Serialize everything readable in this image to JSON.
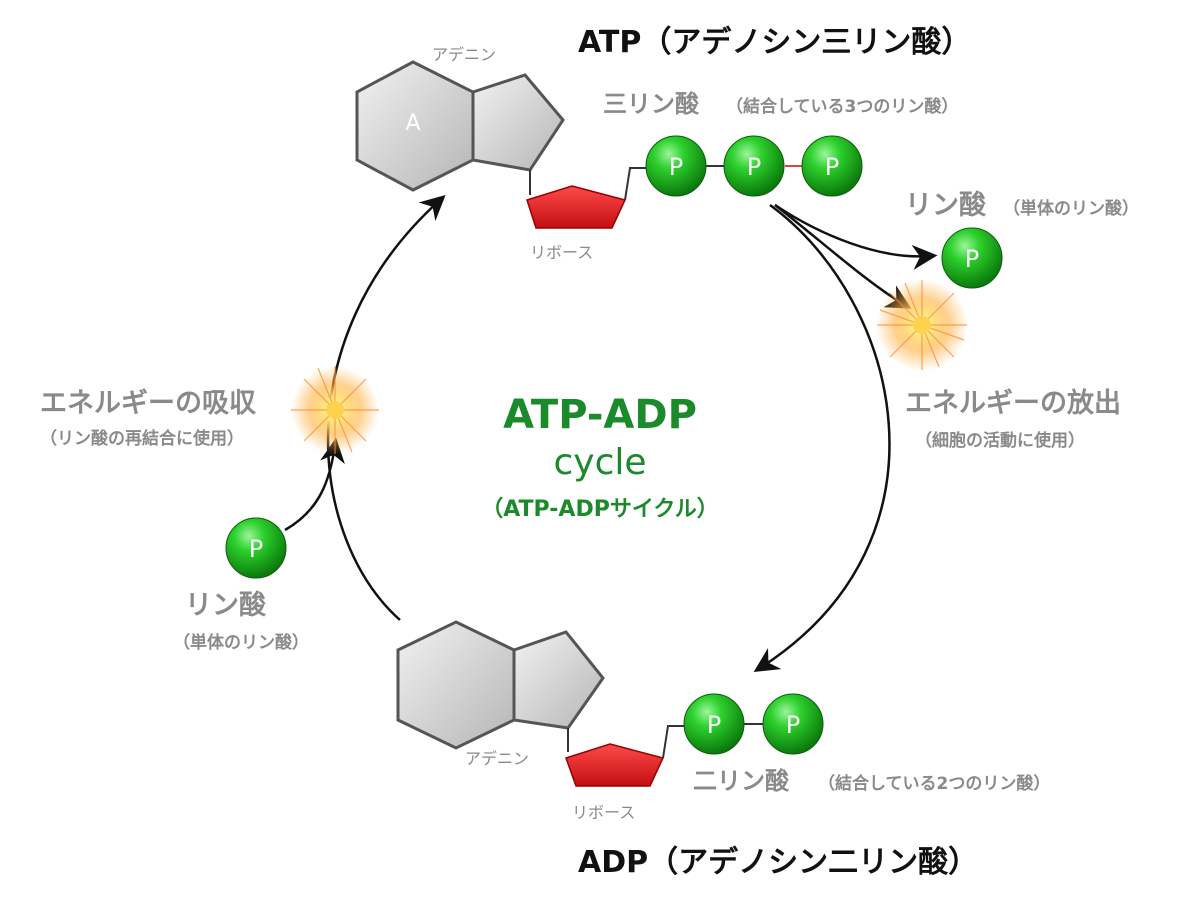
{
  "atp": {
    "title": "ATP（アデノシン三リン酸）",
    "adenine_label": "アデニン",
    "adenine_letter": "A",
    "ribose_label": "リボース",
    "triphosphate_main": "三リン酸",
    "triphosphate_note": "（結合している3つのリン酸）",
    "phosphate_letter": "P"
  },
  "release": {
    "phosphate_main": "リン酸",
    "phosphate_note": "（単体のリン酸）",
    "energy_main": "エネルギーの放出",
    "energy_note": "（細胞の活動に使用）"
  },
  "absorb": {
    "energy_main": "エネルギーの吸収",
    "energy_note": "（リン酸の再結合に使用）",
    "phosphate_main": "リン酸",
    "phosphate_note": "（単体のリン酸）"
  },
  "center": {
    "line1": "ATP-ADP",
    "line2": "cycle",
    "line3": "（ATP-ADPサイクル）"
  },
  "adp": {
    "title": "ADP（アデノシン二リン酸）",
    "adenine_label": "アデニン",
    "ribose_label": "リボース",
    "diphosphate_main": "二リン酸",
    "diphosphate_note": "（結合している2つのリン酸）"
  },
  "colors": {
    "phosphate_green": "#1db31d",
    "ribose_red": "#e0191e",
    "adenine_gray": "#d9d9d9",
    "center_text_green": "#1a8a2a",
    "label_gray": "#8a8a8a"
  }
}
